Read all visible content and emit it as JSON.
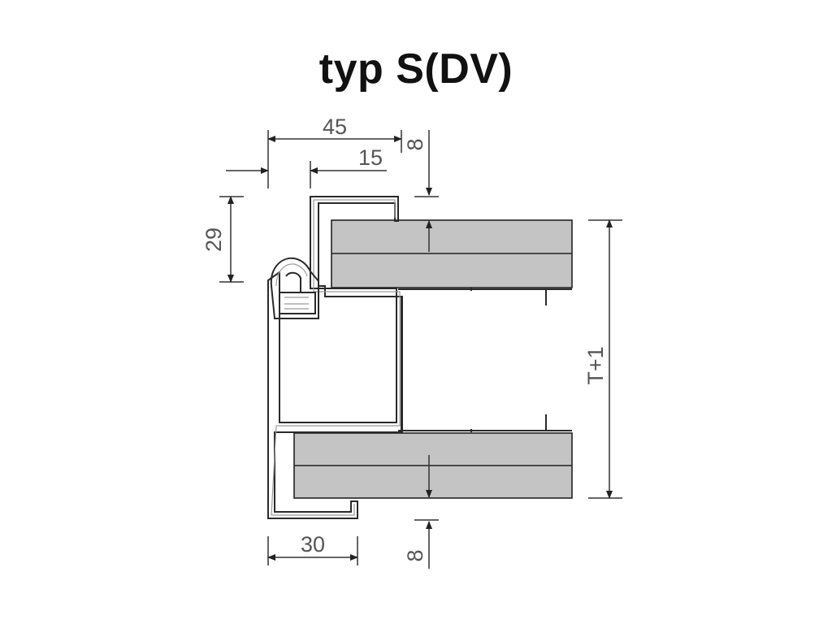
{
  "title": "typ S(DV)",
  "dimensions": {
    "top_width": "45",
    "top_offset": "15",
    "top_gap": "8",
    "profile_height": "29",
    "door_thickness": "T+1",
    "bottom_width": "30",
    "bottom_gap": "8"
  },
  "colors": {
    "panel_fill": "#c4c4c4",
    "line": "#2a2a2a",
    "dimension_text": "#555555"
  }
}
